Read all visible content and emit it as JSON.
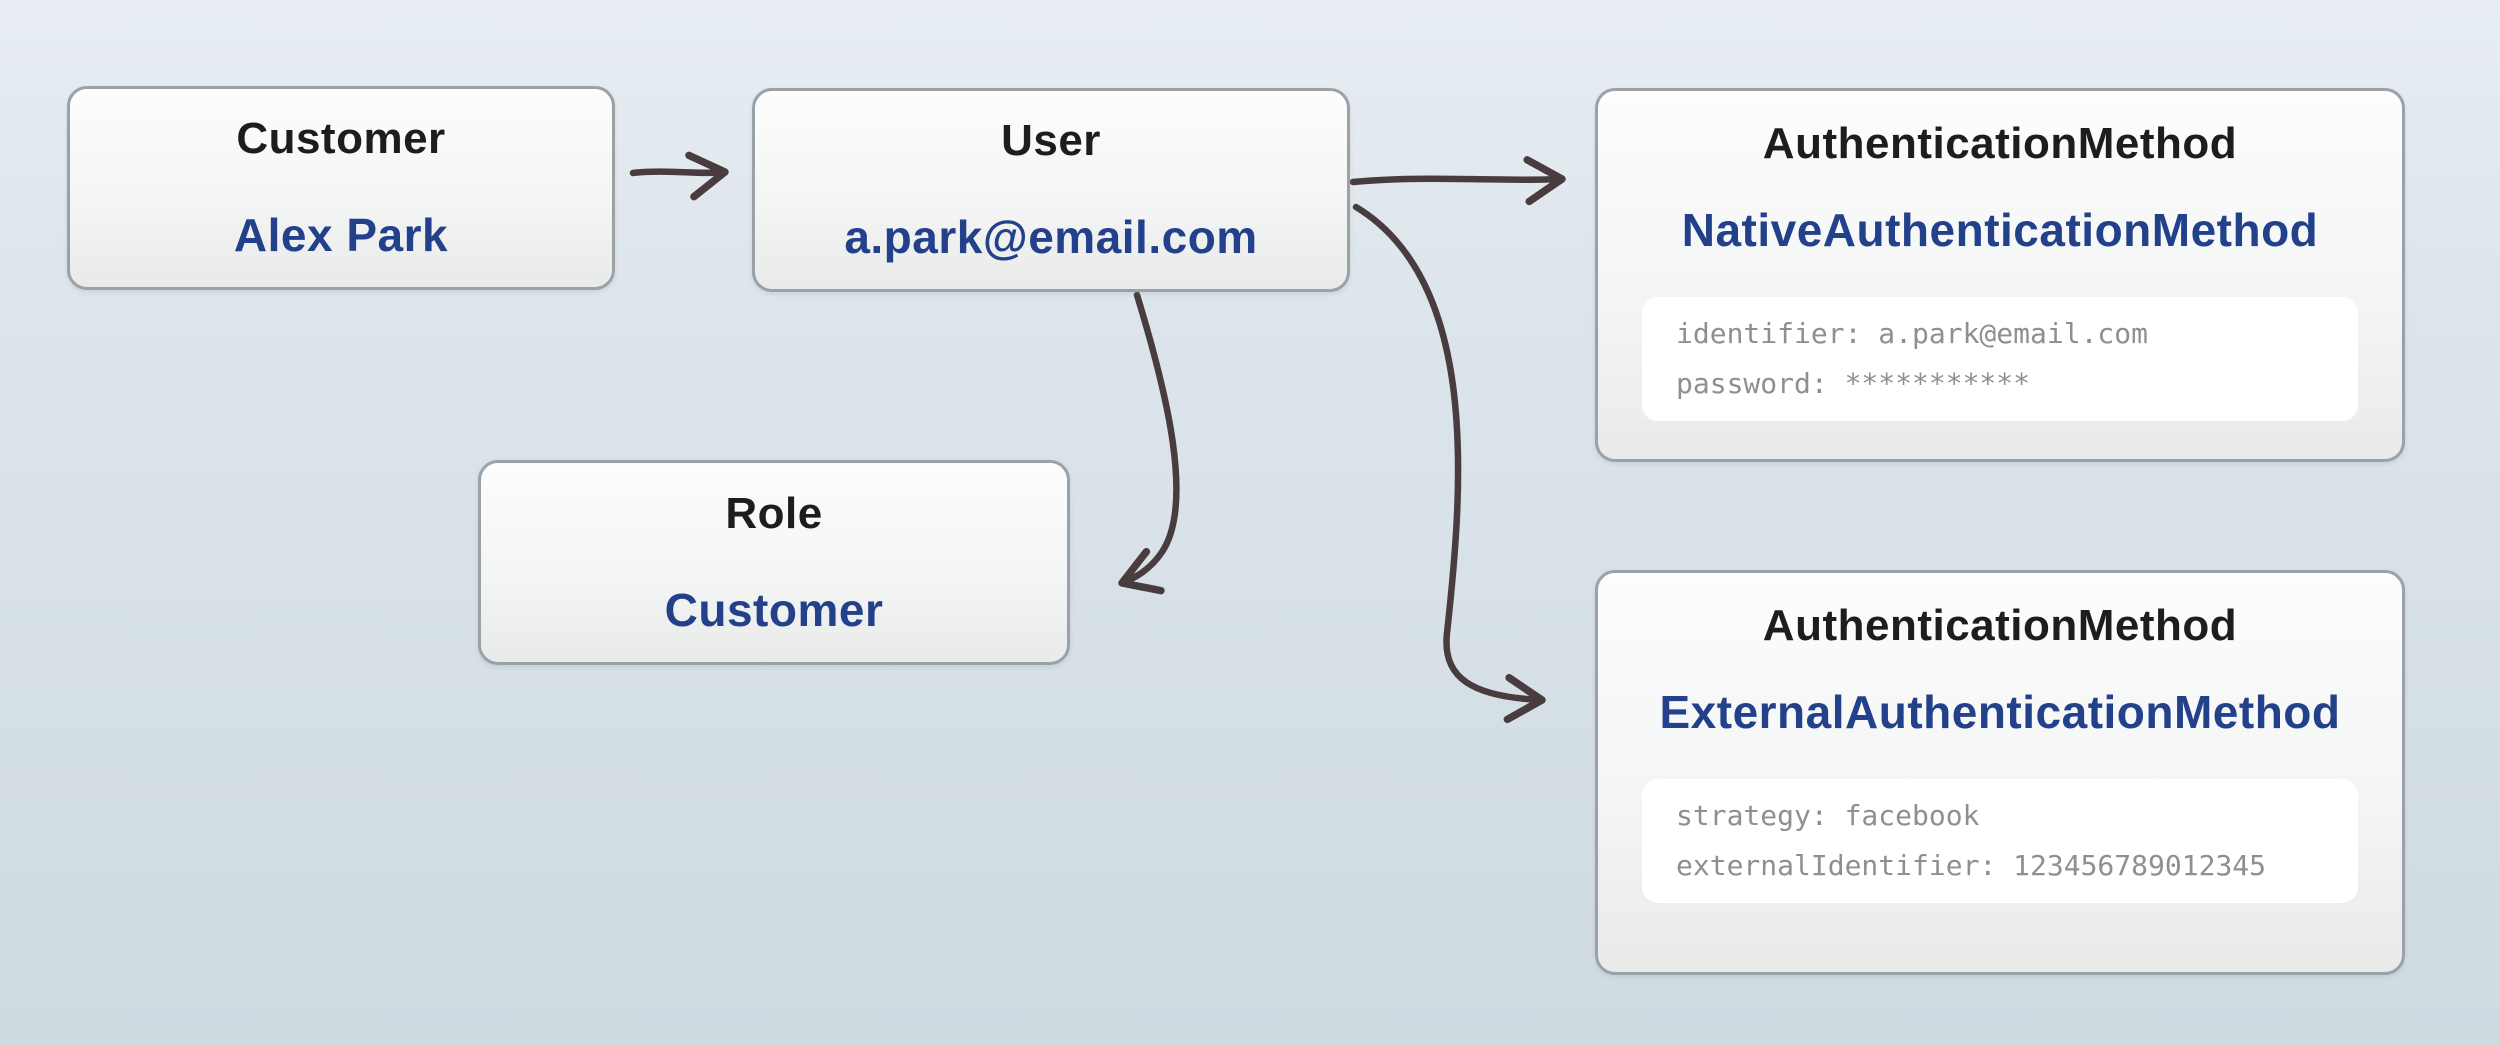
{
  "diagram": {
    "type": "entity-relationship-illustration",
    "background_top": "#e8eef3",
    "background_bottom": "#cfdae1",
    "colors": {
      "node_fill_top": "#fdfdfd",
      "node_fill_bottom": "#e9eaea",
      "node_border": "#9aa1a7",
      "title_text": "#1d1d1f",
      "value_text": "#23408a",
      "attribute_text": "#8c9095",
      "attribute_box_bg": "#ffffff",
      "arrow": "#493c3e"
    }
  },
  "nodes": {
    "customer": {
      "title": "Customer",
      "value": "Alex Park"
    },
    "user": {
      "title": "User",
      "value": "a.park@email.com"
    },
    "native_auth": {
      "title": "AuthenticationMethod",
      "value": "NativeAuthenticationMethod",
      "attributes": {
        "line1": "identifier: a.park@email.com",
        "line2": "password: ***********"
      }
    },
    "role": {
      "title": "Role",
      "value": "Customer"
    },
    "external_auth": {
      "title": "AuthenticationMethod",
      "value": "ExternalAuthenticationMethod",
      "attributes": {
        "line1": "strategy: facebook",
        "line2": "externalIdentifier: 123456789012345"
      }
    }
  },
  "edges": [
    {
      "from": "Customer",
      "to": "User"
    },
    {
      "from": "User",
      "to": "AuthenticationMethod (NativeAuthenticationMethod)"
    },
    {
      "from": "User",
      "to": "Role"
    },
    {
      "from": "User",
      "to": "AuthenticationMethod (ExternalAuthenticationMethod)"
    }
  ]
}
